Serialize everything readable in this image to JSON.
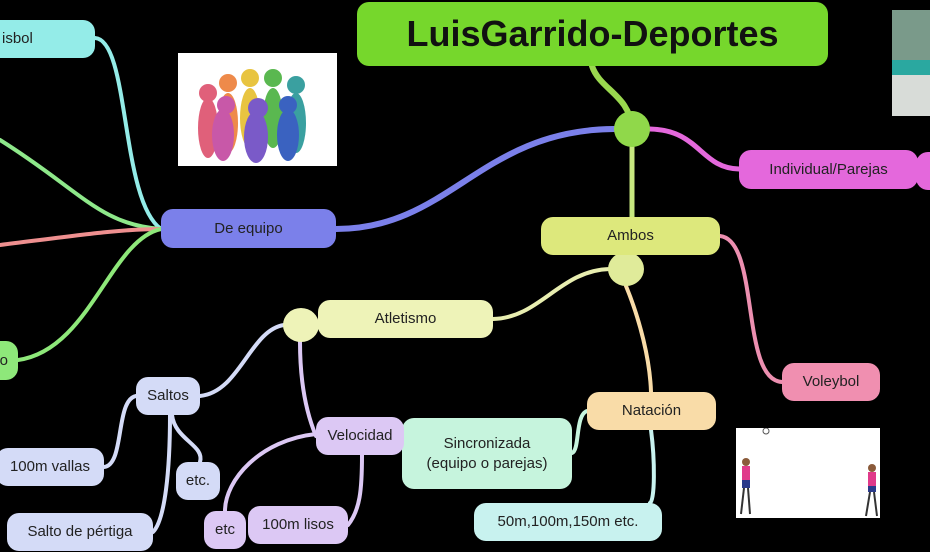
{
  "title": "LuisGarrido-Deportes",
  "nodes": {
    "beisbol": "isbol",
    "de_equipo": "De equipo",
    "individual": "Individual/Parejas",
    "ambos": "Ambos",
    "atletismo": "Atletismo",
    "voleybol": "Voleybol",
    "natacion": "Natación",
    "sincronizada_1": "Sincronizada",
    "sincronizada_2": "(equipo o parejas)",
    "distancias": "50m,100m,150m etc.",
    "velocidad": "Velocidad",
    "saltos": "Saltos",
    "vallas": "100m vallas",
    "etc_saltos": "etc.",
    "pertiga": "Salto de pértiga",
    "etc_velocidad": "etc",
    "lisos": "100m lisos",
    "left_partial": "o"
  },
  "colors": {
    "title": "#76d72c",
    "de_equipo": "#7b80ea",
    "individual": "#e468dc",
    "ambos": "#dde87c"
  }
}
